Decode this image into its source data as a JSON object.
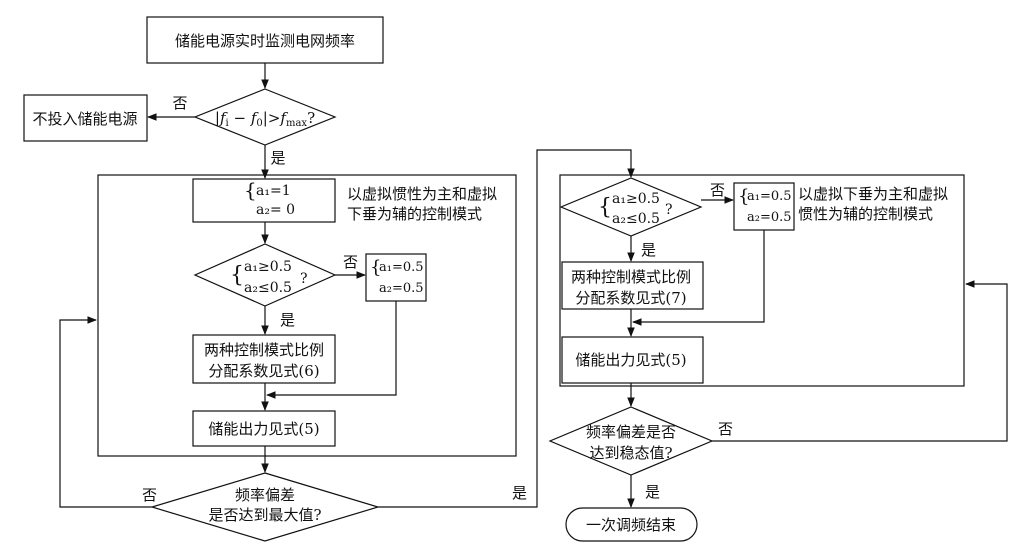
{
  "start": "储能电源实时监测电网频率",
  "no_storage": "不投入储能电源",
  "labels": {
    "yes": "是",
    "no": "否"
  },
  "condition1": {
    "abs_left": "|",
    "f_i": "f",
    "i_sub": "i",
    "minus": " − ",
    "f_0": "f",
    "zero_sub": "0",
    "abs_right": "|",
    "gt": ">",
    "f_max": "f",
    "max_sub": "max",
    "q": "?"
  },
  "left_mode": {
    "caption_line1": "以虚拟惯性为主和虚拟",
    "caption_line2": "下垂为辅的控制模式",
    "init_a1": "a₁=1",
    "init_a2": "a₂= 0",
    "cond_a1": "a₁≥0.5",
    "cond_a2": "a₂≤0.5",
    "cond_q": "?",
    "clamp_a1": "a₁=0.5",
    "clamp_a2": "a₂=0.5",
    "ratio_line1": "两种控制模式比例",
    "ratio_line2": "分配系数见式(6)",
    "output": "储能出力见式(5)"
  },
  "decision_max": {
    "line1": "频率偏差",
    "line2": "是否达到最大值?"
  },
  "right_mode": {
    "caption_line1": "以虚拟下垂为主和虚拟",
    "caption_line2": "惯性为辅的控制模式",
    "cond_a1": "a₁≥0.5",
    "cond_a2": "a₂≤0.5",
    "cond_q": "?",
    "clamp_a1": "a₁=0.5",
    "clamp_a2": "a₂=0.5",
    "ratio_line1": "两种控制模式比例",
    "ratio_line2": "分配系数见式(7)",
    "output": "储能出力见式(5)"
  },
  "decision_steady": {
    "line1": "频率偏差是否",
    "line2": "达到稳态值?"
  },
  "end": "一次调频结束"
}
